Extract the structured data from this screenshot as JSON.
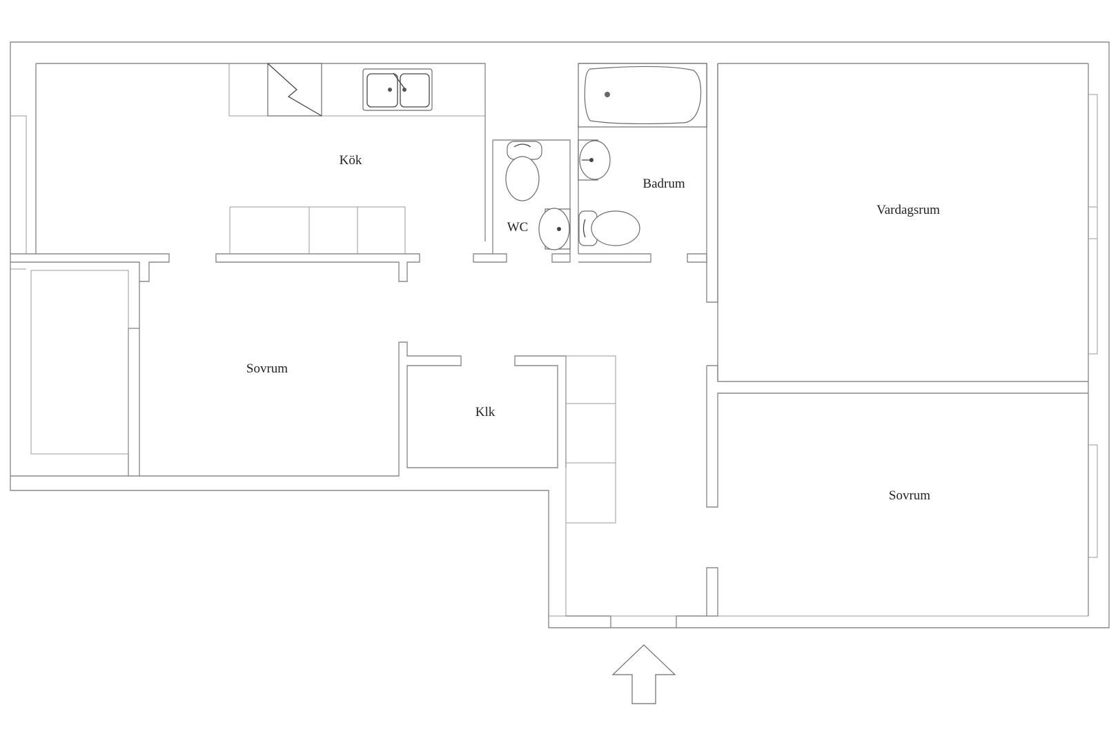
{
  "rooms": {
    "kitchen": "Kök",
    "wc": "WC",
    "bathroom": "Badrum",
    "living_room": "Vardagsrum",
    "bedroom_left": "Sovrum",
    "walk_in_closet": "Klk",
    "bedroom_right": "Sovrum"
  },
  "icons": {
    "entrance": "entrance-arrow-icon",
    "stove": "stove-icon",
    "sink": "kitchen-sink-icon",
    "bathtub": "bathtub-icon",
    "toilet": "toilet-icon",
    "washbasin": "washbasin-icon"
  }
}
